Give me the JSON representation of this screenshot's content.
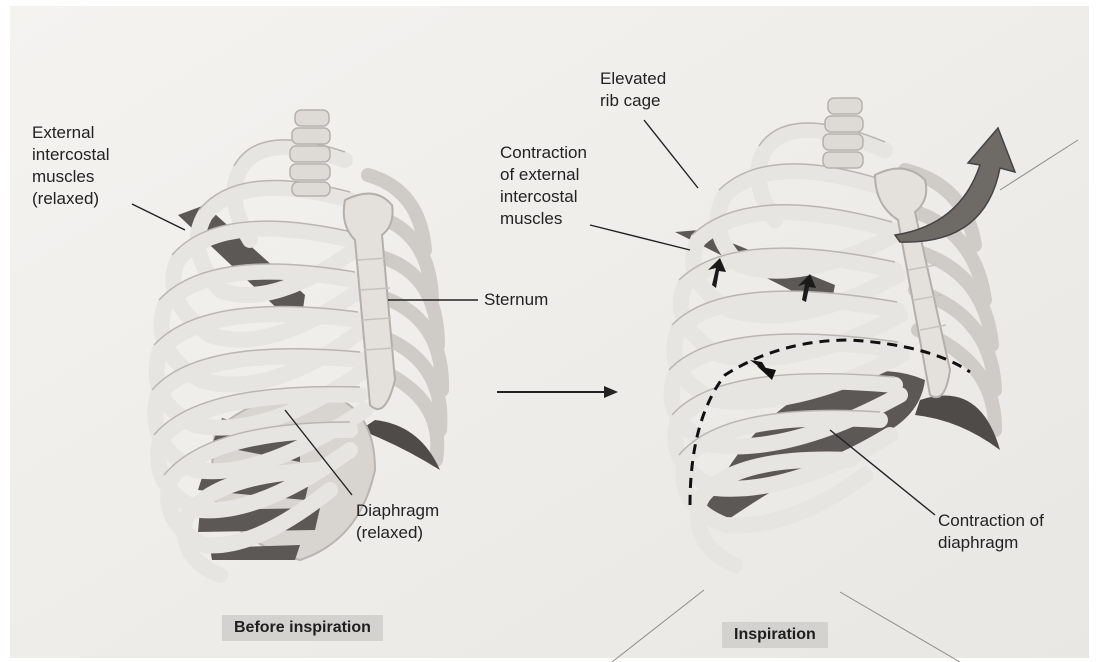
{
  "labels": {
    "external_intercostal_relaxed": [
      "External",
      "intercostal",
      "muscles",
      "(relaxed)"
    ],
    "sternum": "Sternum",
    "diaphragm_relaxed": [
      "Diaphragm",
      "(relaxed)"
    ],
    "elevated_rib_cage": [
      "Elevated",
      "rib cage"
    ],
    "contraction_external_intercostal": [
      "Contraction",
      "of external",
      "intercostal",
      "muscles"
    ],
    "contraction_diaphragm": [
      "Contraction of",
      "diaphragm"
    ]
  },
  "captions": {
    "before": "Before inspiration",
    "after": "Inspiration"
  },
  "colors": {
    "bone": "#e7e5e1",
    "bone_edge": "#b9b6b1",
    "muscle": "#5b5856",
    "page": "#f1f0ed",
    "arrow_fill": "#6e6b67"
  }
}
